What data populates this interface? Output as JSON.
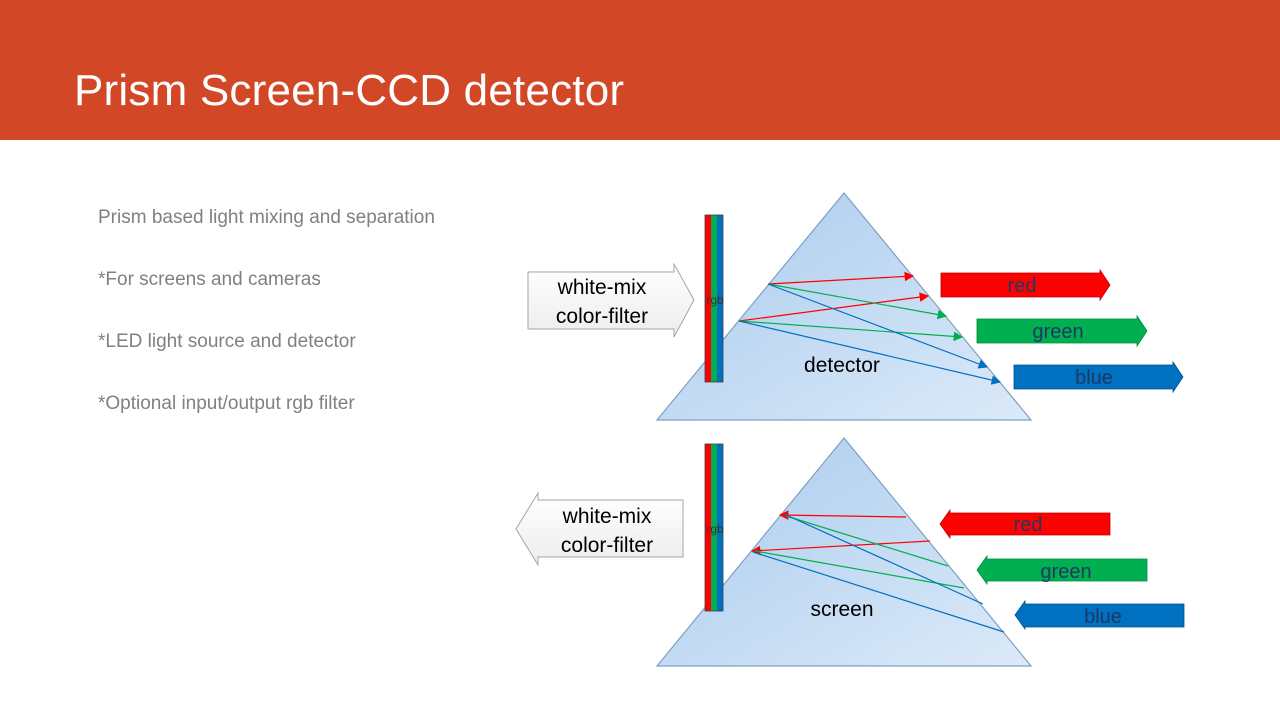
{
  "slide": {
    "title": "Prism Screen-CCD detector",
    "bullets": [
      "Prism based light mixing and separation",
      "*For screens and cameras",
      "*LED light source and detector",
      "*Optional input/output rgb filter"
    ],
    "banner_color": "#D24726"
  },
  "diagram": {
    "top": {
      "input_label_line1": "white-mix",
      "input_label_line2": "color-filter",
      "filter_label": "rgb",
      "prism_label": "detector",
      "outputs": [
        "red",
        "green",
        "blue"
      ]
    },
    "bottom": {
      "output_label_line1": "white-mix",
      "output_label_line2": "color-filter",
      "filter_label": "rgb",
      "prism_label": "screen",
      "inputs": [
        "red",
        "green",
        "blue"
      ]
    },
    "colors": {
      "red": "#FF0000",
      "green": "#00B050",
      "blue": "#0070C0",
      "prism": "#BDD7EE"
    }
  }
}
